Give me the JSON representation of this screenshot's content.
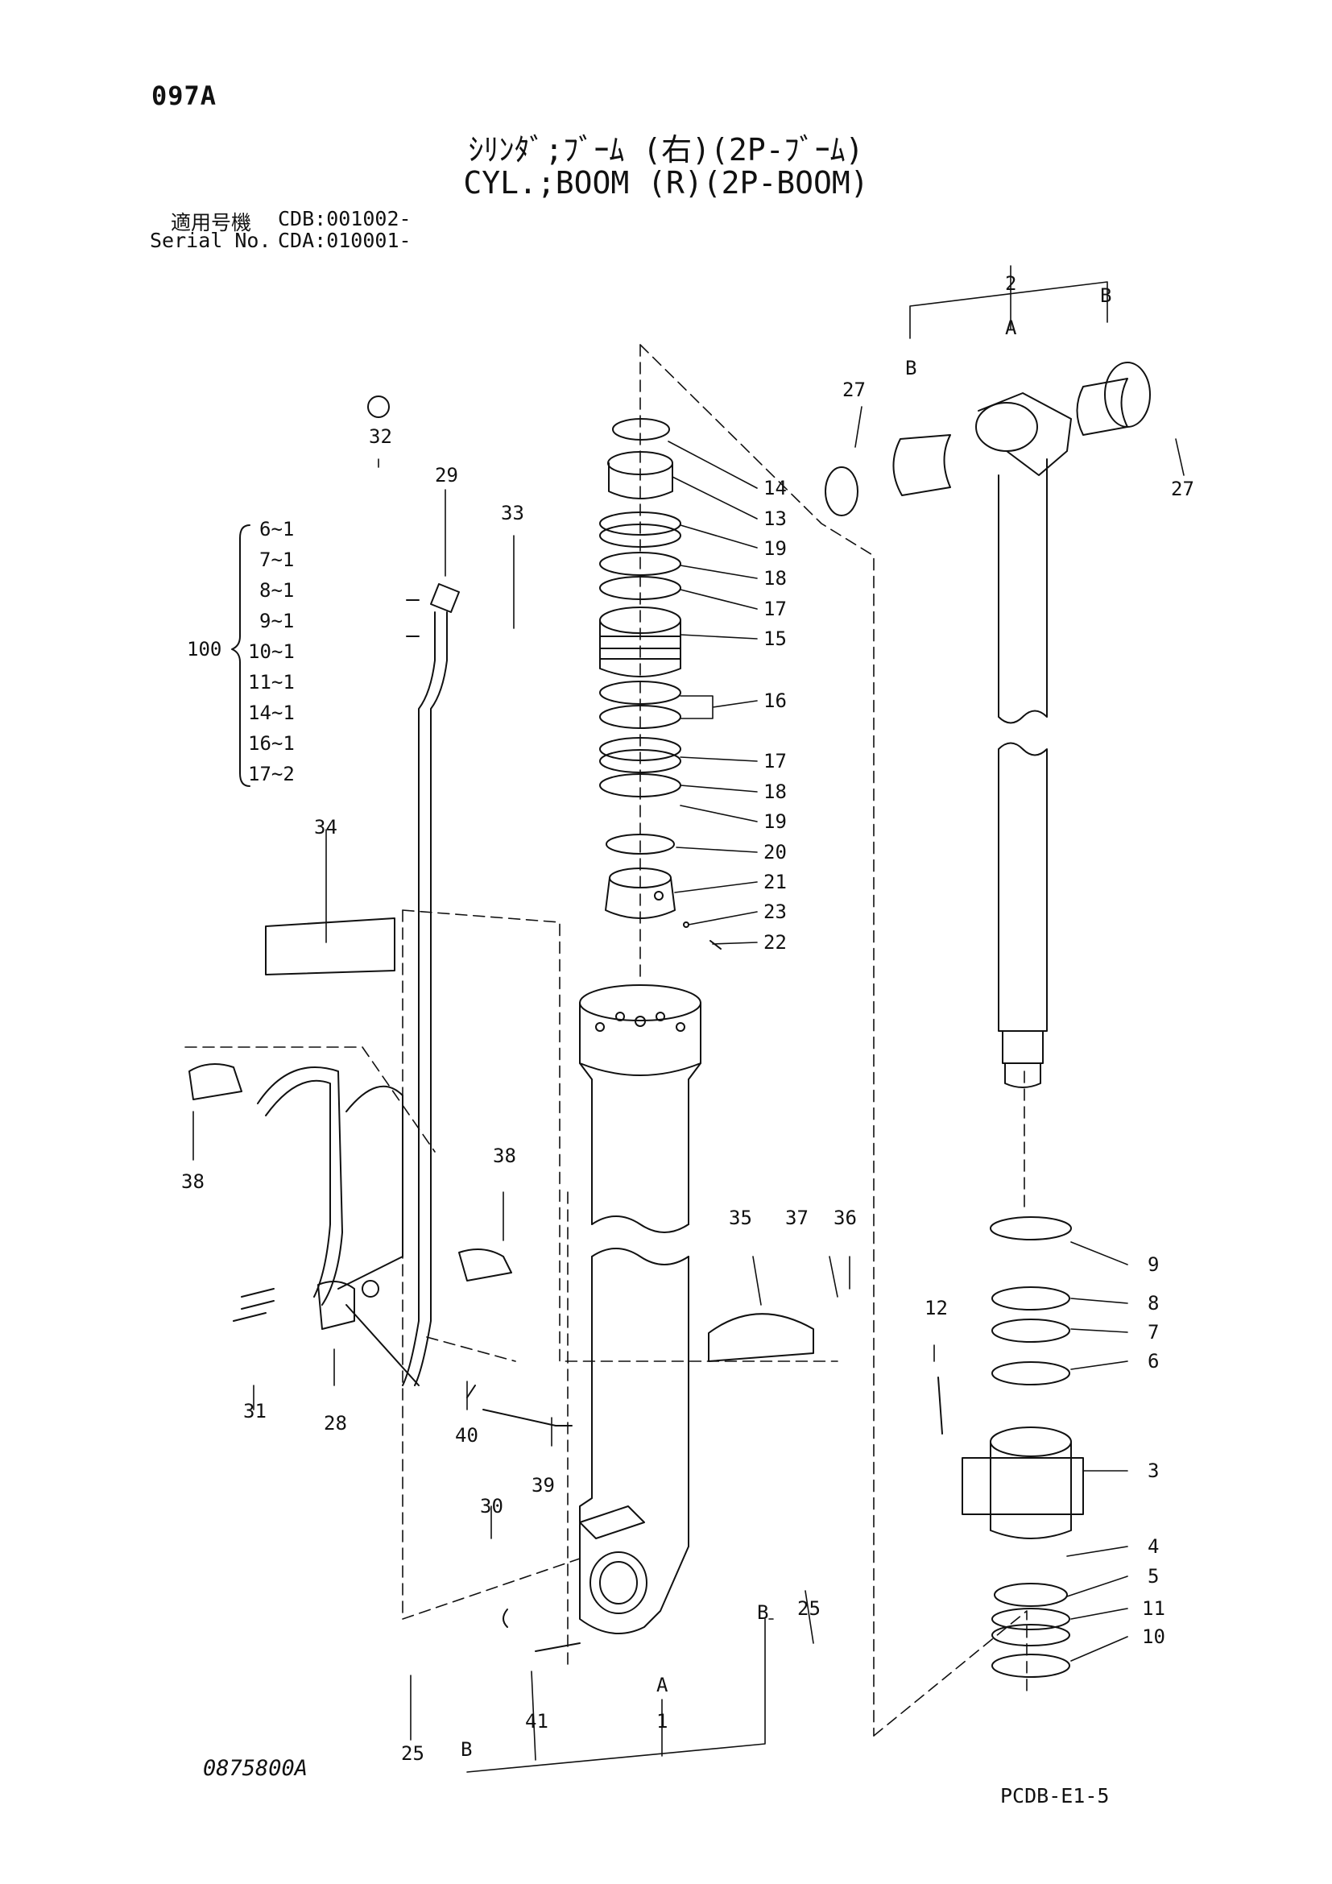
{
  "page_number": "097A",
  "title_ja": "ｼﾘﾝﾀﾞ;ﾌﾞｰﾑ (右)(2P-ﾌﾞｰﾑ)",
  "title_en": "CYL.;BOOM (R)(2P-BOOM)",
  "serial": {
    "label_ja": "適用号機",
    "label_en": "Serial No.",
    "cdb": "CDB:001002-",
    "cda": "CDA:010001-"
  },
  "kit": {
    "number": "100",
    "items": [
      "6~1",
      "7~1",
      "8~1",
      "9~1",
      "10~1",
      "11~1",
      "14~1",
      "16~1",
      "17~2"
    ]
  },
  "callouts": {
    "c14": "14",
    "c13": "13",
    "c19a": "19",
    "c18a": "18",
    "c17a": "17",
    "c15": "15",
    "c16": "16",
    "c17b": "17",
    "c18b": "18",
    "c19b": "19",
    "c20": "20",
    "c21": "21",
    "c23": "23",
    "c22": "22",
    "c2": "2",
    "c27a": "27",
    "c27b": "27",
    "c9": "9",
    "c8": "8",
    "c7": "7",
    "c6": "6",
    "c12": "12",
    "c3": "3",
    "c4": "4",
    "c5": "5",
    "c11": "11",
    "c10": "10",
    "c32": "32",
    "c29": "29",
    "c33": "33",
    "c34": "34",
    "c38a": "38",
    "c38b": "38",
    "c31": "31",
    "c28": "28",
    "c40": "40",
    "c39": "39",
    "c30": "30",
    "c35": "35",
    "c37": "37",
    "c36": "36",
    "c25a": "25",
    "c25b": "25",
    "c41": "41",
    "c1": "1"
  },
  "letters": {
    "a": "A",
    "b": "B"
  },
  "drawing_code": "0875800A",
  "sheet_code": "PCDB-E1-5"
}
